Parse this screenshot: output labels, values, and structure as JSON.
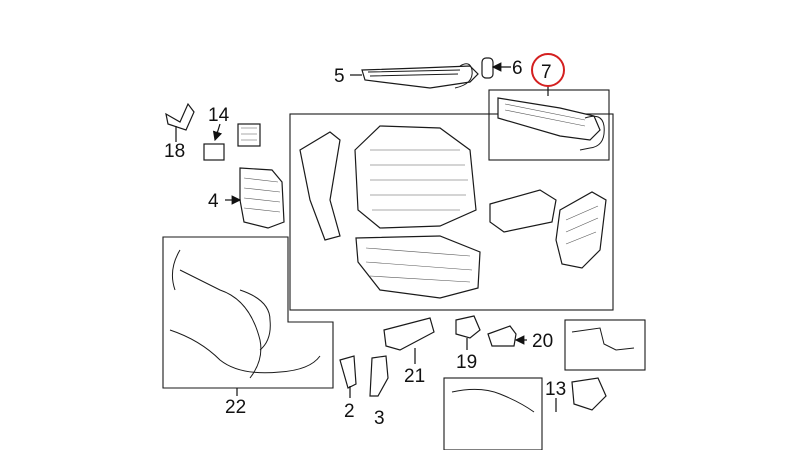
{
  "callouts": {
    "c2": "2",
    "c3": "3",
    "c4": "4",
    "c5": "5",
    "c6": "6",
    "c7": "7",
    "c13": "13",
    "c14": "14",
    "c18": "18",
    "c19": "19",
    "c20": "20",
    "c21": "21",
    "c22": "22"
  },
  "highlight_color": "#d42020"
}
